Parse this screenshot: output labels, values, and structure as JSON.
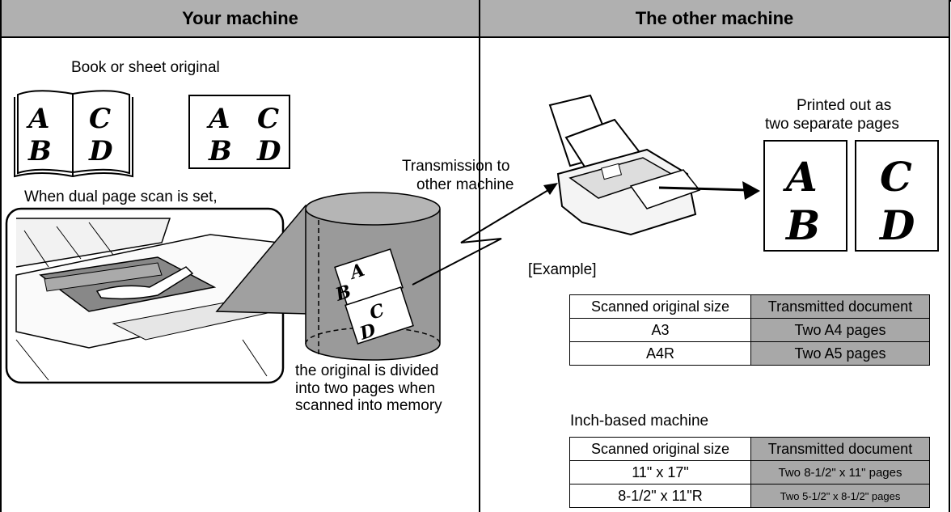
{
  "headers": {
    "left": "Your machine",
    "right": "The other machine"
  },
  "left": {
    "book_label": "Book or sheet original",
    "dual_label": "When dual page scan is set,",
    "divided_lines": [
      "the original is divided",
      "into two pages when",
      "scanned into memory"
    ],
    "letters": [
      "A",
      "C",
      "B",
      "D"
    ]
  },
  "transmission_lines": [
    "Transmission to",
    "other machine"
  ],
  "right": {
    "printed_lines": [
      "Printed out as",
      "two separate pages"
    ],
    "example_label": "[Example]",
    "inch_label": "Inch-based machine",
    "table1": {
      "headers": [
        "Scanned original size",
        "Transmitted document"
      ],
      "rows": [
        [
          "A3",
          "Two A4 pages"
        ],
        [
          "A4R",
          "Two A5 pages"
        ]
      ]
    },
    "table2": {
      "headers": [
        "Scanned original size",
        "Transmitted document"
      ],
      "rows": [
        [
          "11\" x 17\"",
          "Two 8-1/2\" x 11\" pages"
        ],
        [
          "8-1/2\" x 11\"R",
          "Two 5-1/2\" x 8-1/2\" pages"
        ]
      ]
    }
  },
  "colors": {
    "header_bg": "#b0b0b0",
    "shade": "#a8a8a8",
    "cylinder": "#9a9a9a"
  }
}
